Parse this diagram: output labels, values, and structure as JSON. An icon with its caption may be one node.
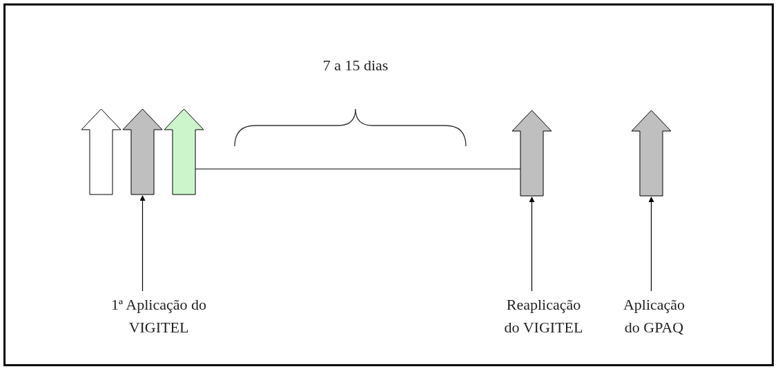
{
  "diagram": {
    "nodes": [
      {
        "text": [],
        "shape": "arrow"
      },
      {
        "text": [],
        "shape": "arrow"
      },
      {
        "text": [],
        "shape": "arrow"
      },
      {
        "text": [],
        "shape": "arrow"
      },
      {
        "text": [],
        "shape": "arrow"
      },
      {
        "text": [
          "1ª Aplicação do VIGITEL"
        ]
      },
      {
        "text": [
          "Reaplicação do VIGITEL"
        ]
      },
      {
        "text": [
          "Aplicação do GPAQ"
        ]
      }
    ],
    "edges": [
      {
        "from": 2,
        "to": 3,
        "arrow": "none"
      },
      {
        "from": 5,
        "to": 1,
        "arrow": "to"
      },
      {
        "from": 6,
        "to": 3,
        "arrow": "to"
      },
      {
        "from": 7,
        "to": 4,
        "arrow": "to"
      }
    ],
    "labels": [
      "7 a 15 dias"
    ]
  }
}
